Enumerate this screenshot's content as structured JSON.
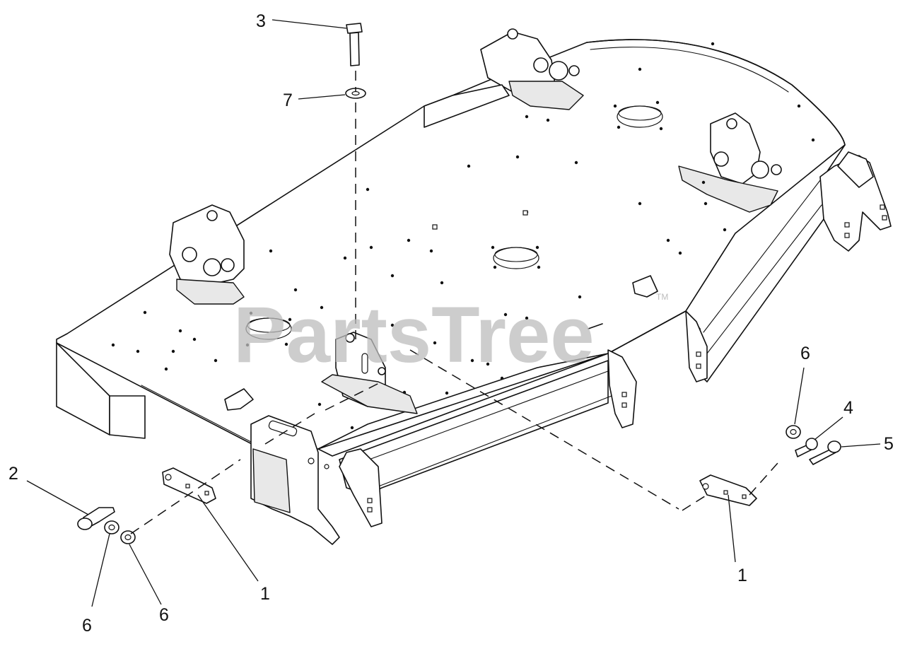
{
  "watermark": {
    "text": "PartsTree",
    "trademark": "TM"
  },
  "callouts": [
    {
      "id": "c3",
      "label": "3"
    },
    {
      "id": "c7",
      "label": "7"
    },
    {
      "id": "c2",
      "label": "2"
    },
    {
      "id": "c6a",
      "label": "6"
    },
    {
      "id": "c6b",
      "label": "6"
    },
    {
      "id": "c1a",
      "label": "1"
    },
    {
      "id": "c6c",
      "label": "6"
    },
    {
      "id": "c4",
      "label": "4"
    },
    {
      "id": "c5",
      "label": "5"
    },
    {
      "id": "c1b",
      "label": "1"
    }
  ]
}
